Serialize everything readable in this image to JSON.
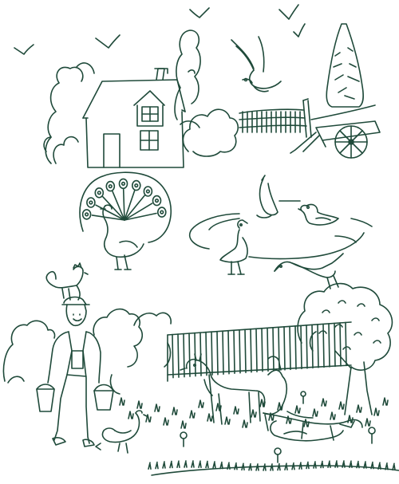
{
  "illustration": {
    "kind": "coloring-page line drawing",
    "subject": "farm",
    "colors": {
      "ink": "#1f4a3a",
      "background": "#ffffff"
    },
    "elements": [
      "birds-in-sky",
      "farmhouse",
      "hedge-bushes",
      "seagull",
      "picket-fence",
      "cypress-tree",
      "hand-cart",
      "peacock",
      "pond",
      "ducks",
      "goose",
      "farmer",
      "rooster",
      "milk-buckets",
      "tree",
      "garden-fence",
      "goat",
      "cow",
      "hen",
      "flowers",
      "grass"
    ]
  }
}
